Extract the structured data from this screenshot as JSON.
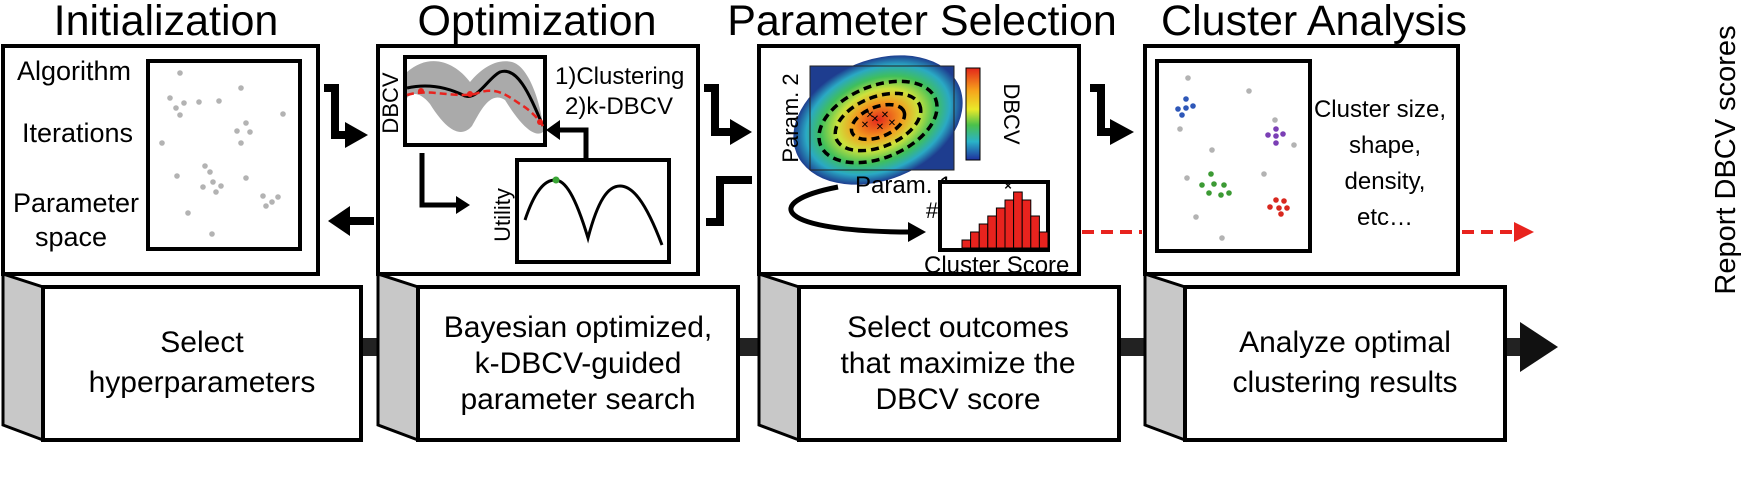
{
  "stages": [
    {
      "title": "Initialization",
      "labels": [
        "Algorithm",
        "Iterations",
        "Parameter",
        "space"
      ],
      "description": [
        "Select",
        "hyperparameters"
      ]
    },
    {
      "title": "Optimization",
      "gp_ylabel": "DBCV",
      "steps": [
        "1)Clustering",
        "2)k-DBCV"
      ],
      "utility_ylabel": "Utility",
      "description": [
        "Bayesian optimized,",
        "k-DBCV-guided",
        "parameter search"
      ]
    },
    {
      "title": "Parameter Selection",
      "heatmap_ylabel": "Param. 2",
      "heatmap_xlabel": "Param. 1",
      "colorbar_label": "DBCV",
      "hist_ylabel": "#",
      "hist_xlabel": "Cluster Score",
      "description": [
        "Select outcomes",
        "that maximize the",
        "DBCV score"
      ]
    },
    {
      "title": "Cluster Analysis",
      "labels": [
        "Cluster size,",
        "shape,",
        "density,",
        "etc…"
      ],
      "description": [
        "Analyze optimal",
        "clustering results"
      ]
    }
  ],
  "side_label": "Report DBCV scores",
  "colors": {
    "gp_band": "#aaaaaa",
    "gp_dashed": "#e8231e",
    "marker_green": "#3aa535",
    "hist_bar": "#e8231e",
    "scatter_gray": "#b3b3b3",
    "cluster_blue": "#2e57b8",
    "cluster_purple": "#7b3fb5",
    "cluster_green": "#3c9a34",
    "cluster_red": "#d8281f",
    "dashed_arrow": "#e8231e"
  },
  "hist_values": [
    1,
    2,
    3,
    4,
    5,
    6,
    7,
    6,
    4,
    2
  ]
}
